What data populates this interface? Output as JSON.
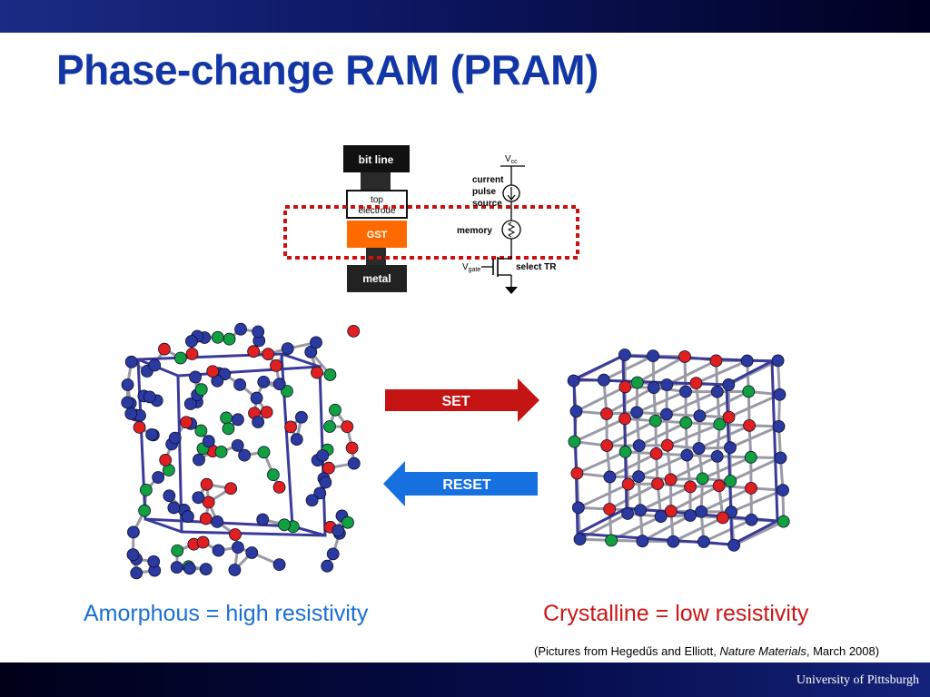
{
  "header": {
    "title": "Phase-change RAM (PRAM)"
  },
  "cell": {
    "bit_line": "bit line",
    "top_electrode_line1": "top",
    "top_electrode_line2": "electrode",
    "gst": "GST",
    "metal": "metal"
  },
  "circuit": {
    "vcc_main": "V",
    "vcc_sub": "cc",
    "current_line1": "current",
    "current_line2": "pulse",
    "current_line3": "source",
    "memory": "memory",
    "vgate_main": "V",
    "vgate_sub": "gate",
    "select_tr": "select TR"
  },
  "arrows": {
    "set": "SET",
    "reset": "RESET"
  },
  "captions": {
    "amorphous": "Amorphous = high resistivity",
    "crystalline": "Crystalline = low resistivity"
  },
  "credit": {
    "prefix": "(Pictures from Hegedűs and Elliott, ",
    "journal": "Nature Materials",
    "suffix": ", March 2008)"
  },
  "footer": {
    "org": "University of Pittsburgh"
  },
  "colors": {
    "title": "#1336a6",
    "gst": "#ff6a00",
    "dotted_box": "#cc1010",
    "set_arrow": "#c41414",
    "reset_arrow": "#1670e0",
    "atom_blue": "#2a3aa0",
    "atom_red": "#e02020",
    "atom_green": "#10a040",
    "cube_edge": "#3a3a9a"
  }
}
